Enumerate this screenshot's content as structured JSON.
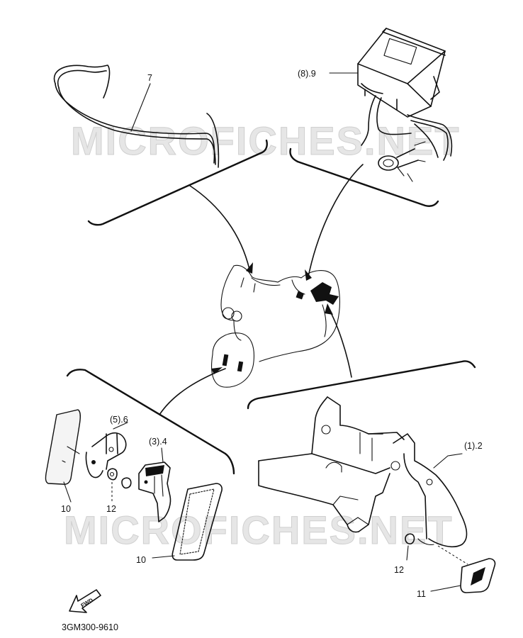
{
  "diagram": {
    "code": "3GM300-9610",
    "watermark": "MICROFICHES.NET",
    "fwd_label": "FWD",
    "labels": {
      "p7": "7",
      "p8_9": "(8).9",
      "p5_6": "(5).6",
      "p3_4": "(3).4",
      "p11_2": "(1).2",
      "p10_left": "10",
      "p10_bottom": "10",
      "p12_left": "12",
      "p12_right": "12",
      "p11": "11"
    }
  }
}
